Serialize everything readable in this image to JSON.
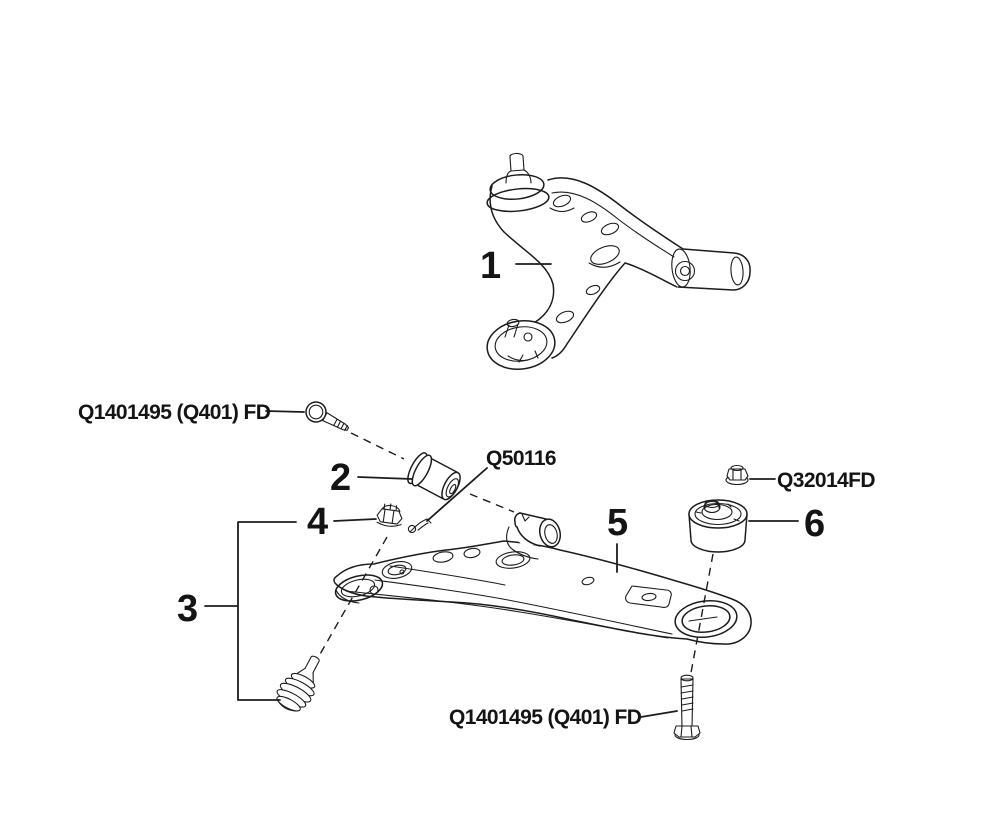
{
  "colors": {
    "background": "#ffffff",
    "line_ink": "#1c1c1c",
    "text_ink": "#141414"
  },
  "diagram": {
    "callouts": {
      "c1": "1",
      "c2": "2",
      "c3": "3",
      "c4": "4",
      "c5": "5",
      "c6": "6"
    },
    "part_numbers": {
      "upper_bolt": "Q1401495 (Q401) FD",
      "snap_pin": "Q50116",
      "flange_nut": "Q32014FD",
      "lower_bolt": "Q1401495 (Q401) FD"
    }
  }
}
